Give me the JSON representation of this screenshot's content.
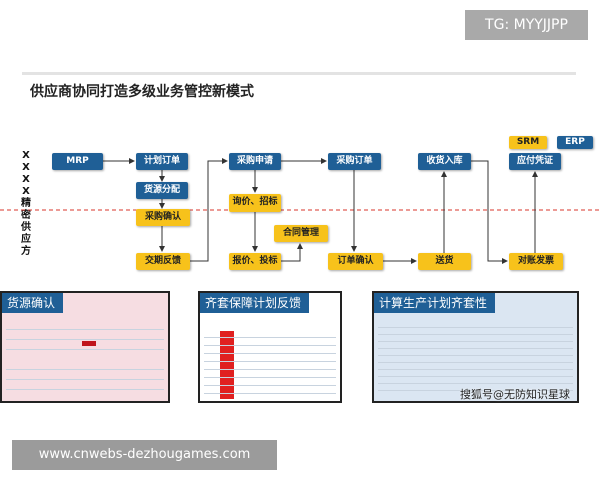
{
  "watermark_tg": "TG: MYYJJPP",
  "title": "供应商协同打造多级业务管控新模式",
  "side_label": [
    "X",
    "X",
    "X",
    "X",
    "精",
    "密",
    "供",
    "应",
    "方"
  ],
  "legend": {
    "srm": "SRM",
    "erp": "ERP"
  },
  "colors": {
    "erp": "#1f5f96",
    "srm": "#f7c21b",
    "divider": "#d9342b"
  },
  "nodes": {
    "mrp": "MRP",
    "plan_order": "计划订单",
    "source_alloc": "货源分配",
    "purchase_confirm": "采购确认",
    "delivery_feedback": "交期反馈",
    "purchase_request": "采购申请",
    "inquiry_bidding": "询价、招标",
    "contract_mgmt": "合同管理",
    "quote_bid": "报价、投标",
    "purchase_order": "采购订单",
    "order_confirm": "订单确认",
    "receive_stock": "收货入库",
    "delivery": "送货",
    "payable_voucher": "应付凭证",
    "reconcile_invoice": "对账发票"
  },
  "panels": [
    "货源确认",
    "齐套保障计划反馈",
    "计算生产计划齐套性"
  ],
  "source_watermark": "搜狐号@无防知识星球",
  "website": "www.cnwebs-dezhougames.com"
}
